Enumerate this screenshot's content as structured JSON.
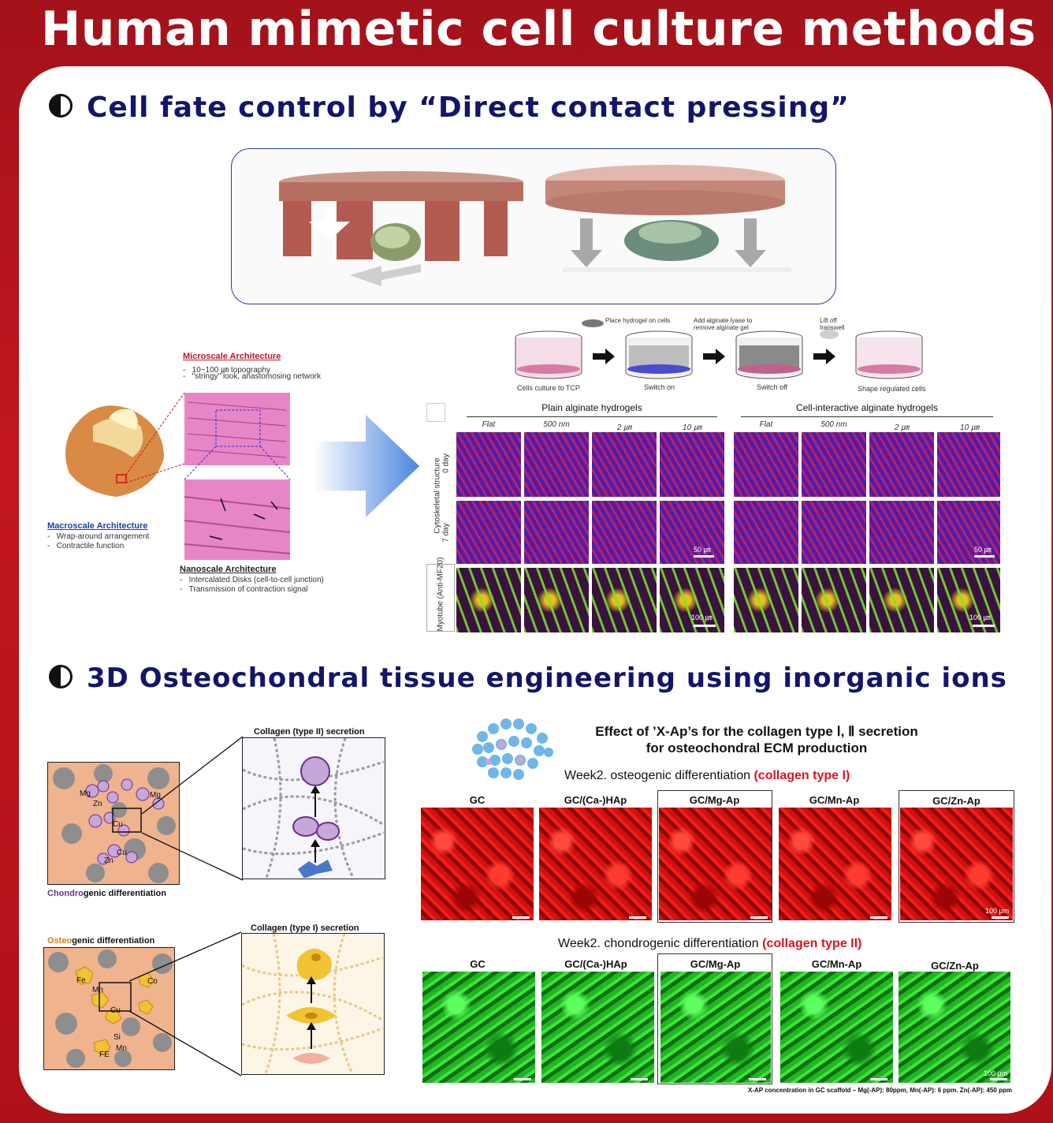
{
  "title": "Human mimetic cell culture methods",
  "section1": {
    "heading": "Cell fate control by “Direct contact pressing”",
    "steps": [
      {
        "top": "",
        "label": "Cells culture to TCP"
      },
      {
        "top": "Place hydrogel on cells",
        "label": "Switch on"
      },
      {
        "top": "Add alginate lyase to remove alginate gel",
        "label": "Switch off"
      },
      {
        "top": "Lift off transwell",
        "label": "Shape regulated cells"
      }
    ],
    "heart": {
      "micro_title": "Microscale Architecture",
      "micro_items": [
        "10~100 ㎛ topography",
        "\"stringy\" look, anastomosing network"
      ],
      "macro_title": "Macroscale Architecture",
      "macro_items": [
        "Wrap-around arrangement",
        "Contractile function"
      ],
      "nano_title": "Nanoscale Architecture",
      "nano_items": [
        "Intercalated Disks (cell-to-cell junction)",
        "Transmission of contraction signal"
      ]
    },
    "grid": {
      "group1": "Plain alginate hydrogels",
      "group2": "Cell-interactive alginate hydrogels",
      "columns": [
        "Flat",
        "500 nm",
        "2 ㎛",
        "10 ㎛"
      ],
      "row_group": "Cytoskeletal structure",
      "rows": [
        "0 day",
        "7 day"
      ],
      "myotube": "Myotube (Anti-MF20)",
      "scale_small": "50 ㎛",
      "scale_large": "100 ㎛"
    }
  },
  "section2": {
    "heading": "3D Osteochondral tissue engineering using inorganic ions",
    "left": {
      "chondro_prefix": "Chondro",
      "chondro_suffix": "genic differentiation",
      "osteo_prefix": "Osteo",
      "osteo_suffix": "genic differentiation",
      "collagen2": "Collagen (type II) secretion",
      "collagen1": "Collagen (type I) secretion",
      "chondro_ions": [
        "Mg",
        "Zn",
        "Mg",
        "Cu",
        "Cu",
        "Zn"
      ],
      "osteo_ions": [
        "Fe",
        "Mn",
        "Co",
        "Cu",
        "Si",
        "Mn",
        "FE"
      ]
    },
    "right": {
      "effect_line1": "Effect of ’X-Ap’s for the collagen type Ⅰ, Ⅱ secretion",
      "effect_line2": "for osteochondral ECM production",
      "week_osteo": "Week2. osteogenic differentiation",
      "week_osteo_red": "(collagen type I)",
      "week_chondro": "Week2. chondrogenic differentiation",
      "week_chondro_red": "(collagen type II)",
      "groups": [
        "GC",
        "GC/(Ca-)HAp",
        "GC/Mg-Ap",
        "GC/Mn-Ap",
        "GC/Zn-Ap"
      ],
      "scale": "100 μm",
      "footnote": "X-AP concentration in GC scaffold – Mg(-AP): 80ppm, Mn(-AP): 6 ppm.  Zn(-AP): 450 ppm"
    }
  }
}
